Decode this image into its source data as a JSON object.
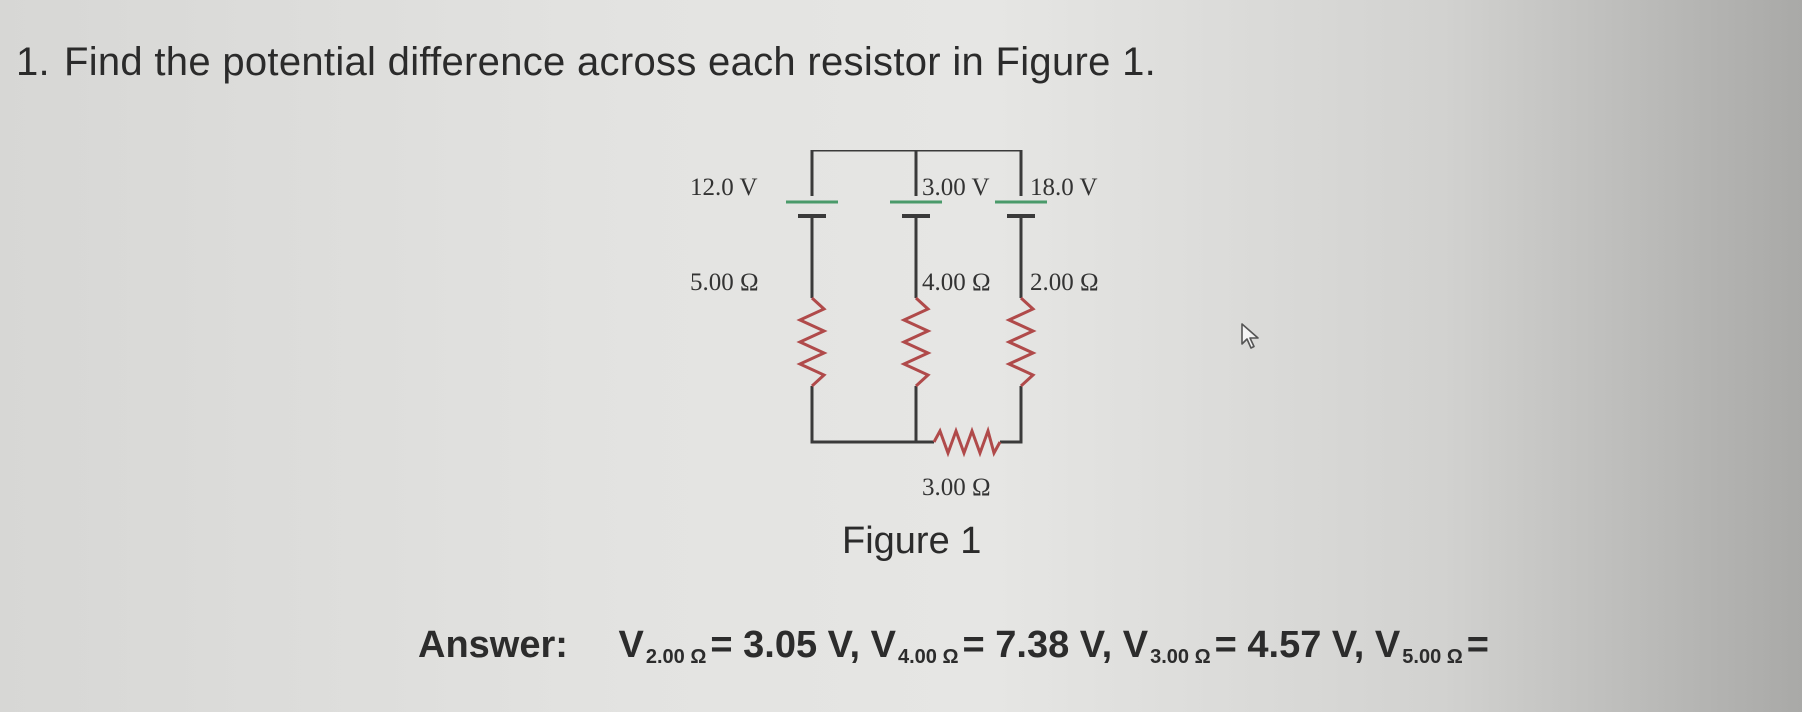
{
  "question": {
    "number": "1.",
    "text": "Find the potential difference across each resistor in Figure 1."
  },
  "figure": {
    "caption": "Figure 1",
    "batteries": {
      "left": "12.0 V",
      "middle": "3.00 V",
      "right": "18.0 V"
    },
    "resistors": {
      "left": "5.00 Ω",
      "middle": "4.00 Ω",
      "right": "2.00 Ω",
      "bottom": "3.00 Ω"
    },
    "colors": {
      "wire": "#3a3a3a",
      "battery_long": "#4a9a6a",
      "resistor": "#b04a4a"
    }
  },
  "answer": {
    "label": "Answer:",
    "v_symbol": "V",
    "terms": [
      {
        "sub": "2.00 Ω",
        "value": "= 3.05 V,"
      },
      {
        "sub": "4.00 Ω",
        "value": "= 7.38 V,"
      },
      {
        "sub": "3.00 Ω",
        "value": "= 4.57 V,"
      },
      {
        "sub": "5.00 Ω",
        "value": "="
      }
    ]
  }
}
